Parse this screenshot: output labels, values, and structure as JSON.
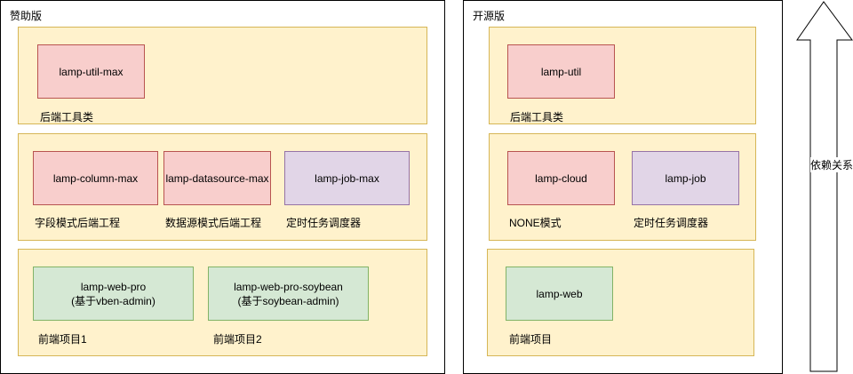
{
  "sponsor": {
    "title": "赞助版",
    "util": {
      "box": "lamp-util-max",
      "caption": "后端工具类"
    },
    "backend": {
      "items": [
        {
          "box": "lamp-column-max",
          "caption": "字段模式后端工程",
          "color": "red"
        },
        {
          "box": "lamp-datasource-max",
          "caption": "数据源模式后端工程",
          "color": "red"
        },
        {
          "box": "lamp-job-max",
          "caption": "定时任务调度器",
          "color": "purple"
        }
      ]
    },
    "frontend": {
      "items": [
        {
          "line1": "lamp-web-pro",
          "line2": "(基于vben-admin)",
          "caption": "前端项目1"
        },
        {
          "line1": "lamp-web-pro-soybean",
          "line2": "(基于soybean-admin)",
          "caption": "前端项目2"
        }
      ]
    }
  },
  "opensource": {
    "title": "开源版",
    "util": {
      "box": "lamp-util",
      "caption": "后端工具类"
    },
    "backend": {
      "items": [
        {
          "box": "lamp-cloud",
          "caption": "NONE模式",
          "color": "red"
        },
        {
          "box": "lamp-job",
          "caption": "定时任务调度器",
          "color": "purple"
        }
      ]
    },
    "frontend": {
      "box": "lamp-web",
      "caption": "前端项目"
    }
  },
  "dependency_arrow": {
    "label": "依赖关系"
  },
  "colors": {
    "group_fill": "#fff2cc",
    "group_stroke": "#d6b656",
    "red_fill": "#f8cecc",
    "red_stroke": "#b85450",
    "purple_fill": "#e1d5e7",
    "purple_stroke": "#9673a6",
    "green_fill": "#d5e8d4",
    "green_stroke": "#82b366"
  }
}
